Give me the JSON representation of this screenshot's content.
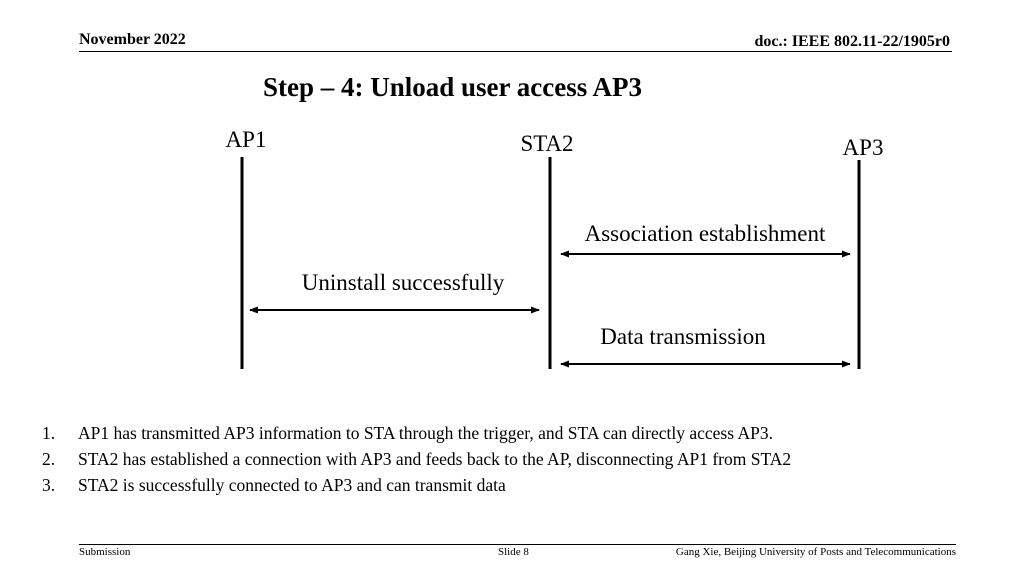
{
  "header": {
    "date": "November 2022",
    "doc_id": "doc.: IEEE 802.11-22/1905r0"
  },
  "title": "Step – 4: Unload user access AP3",
  "diagram": {
    "nodes": [
      {
        "id": "ap1",
        "label": "AP1"
      },
      {
        "id": "sta2",
        "label": "STA2"
      },
      {
        "id": "ap3",
        "label": "AP3"
      }
    ],
    "messages": [
      {
        "id": "association",
        "label": "Association establishment",
        "between": [
          "sta2",
          "ap3"
        ]
      },
      {
        "id": "uninstall",
        "label": "Uninstall successfully",
        "between": [
          "ap1",
          "sta2"
        ]
      },
      {
        "id": "data",
        "label": "Data transmission",
        "between": [
          "sta2",
          "ap3"
        ]
      }
    ]
  },
  "notes": [
    {
      "num": "1.",
      "text": "AP1 has transmitted AP3 information to STA through the trigger, and STA can directly access AP3."
    },
    {
      "num": "2.",
      "text": "STA2 has established a connection with AP3 and feeds back to the AP, disconnecting AP1 from STA2"
    },
    {
      "num": "3.",
      "text": "STA2 is successfully connected to AP3 and can transmit data"
    }
  ],
  "footer": {
    "left": "Submission",
    "center": "Slide 8",
    "right": "Gang Xie, Beijing University of Posts and Telecommunications"
  }
}
